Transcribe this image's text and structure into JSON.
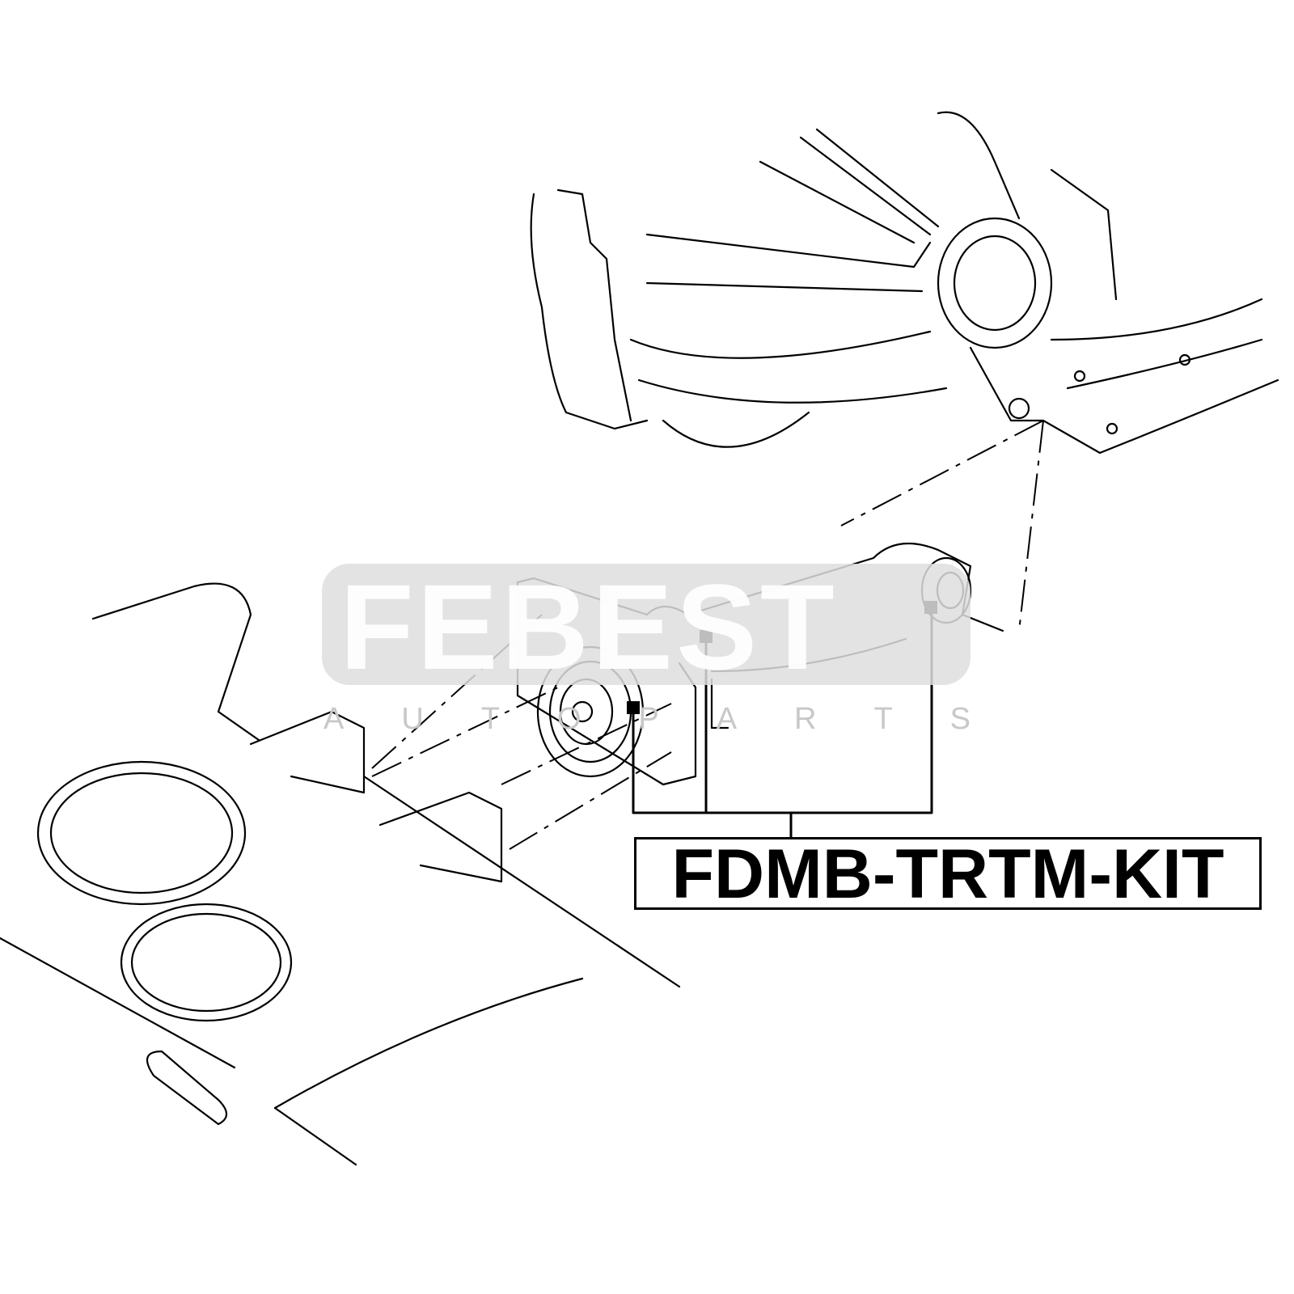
{
  "watermark": {
    "brand": "FEBEST",
    "subtitle": [
      "A",
      "U",
      "T",
      "O",
      "P",
      "A",
      "R",
      "T",
      "S"
    ]
  },
  "part_label": "FDMB-TRTM-KIT",
  "colors": {
    "line": "#000000",
    "watermark": "#dedede"
  }
}
